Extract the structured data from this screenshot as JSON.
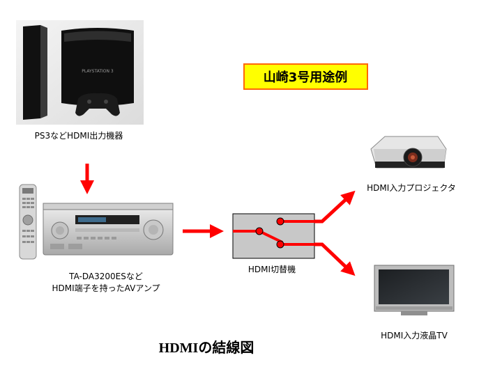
{
  "colors": {
    "arrow": "#ff0000",
    "label_box_fill": "#ffff00",
    "label_box_border": "#ff6600",
    "switch_fill": "#c8c8c8",
    "device_silver": "#d6d6d6",
    "device_dark": "#1a1a1a"
  },
  "label_box": {
    "text": "山崎3号用途例"
  },
  "ps3": {
    "caption": "PS3などHDMI出力機器",
    "logo": "PLAYSTATION 3"
  },
  "amp": {
    "caption_line1": "TA-DA3200ESなど",
    "caption_line2": "HDMI端子を持ったAVアンプ"
  },
  "switcher": {
    "caption": "HDMI切替機"
  },
  "projector": {
    "caption": "HDMI入力プロジェクタ"
  },
  "tv": {
    "caption": "HDMI入力液晶TV"
  },
  "title": "HDMIの結線図"
}
